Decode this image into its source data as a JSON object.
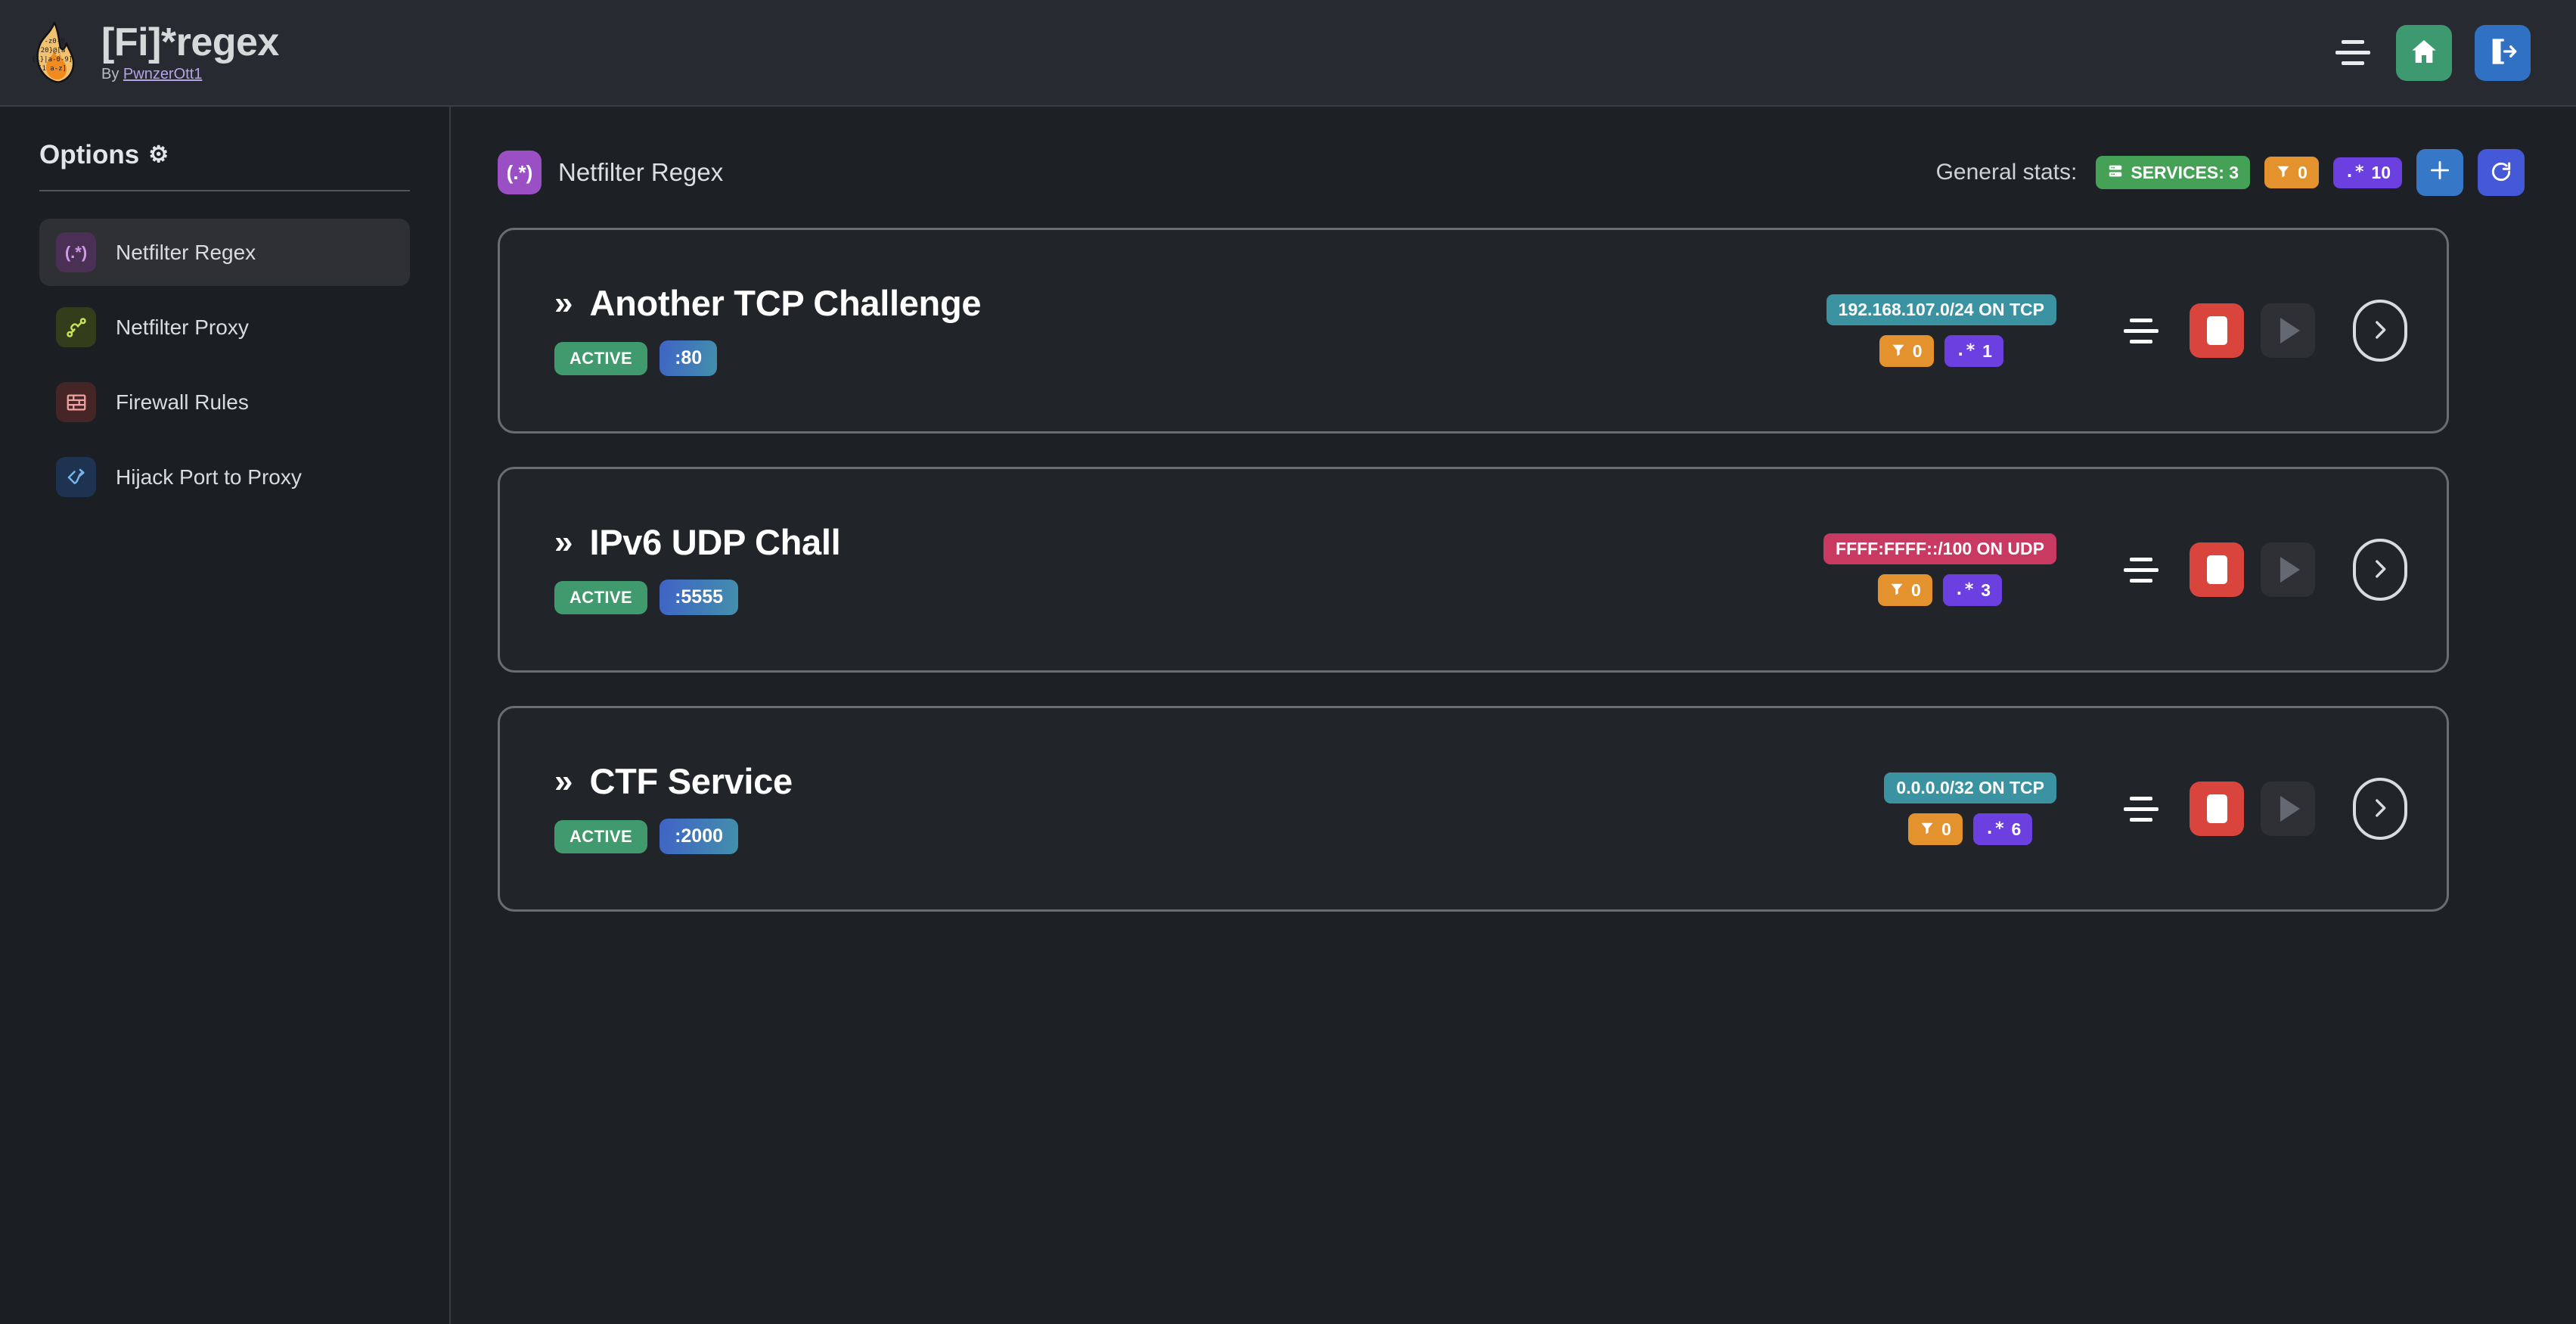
{
  "header": {
    "title": "[Fi]*regex",
    "by_prefix": "By ",
    "author": "PwnzerOtt1",
    "logo_icon": "flame-regex-logo",
    "menu_icon": "hamburger-menu-icon",
    "home_icon": "home-icon",
    "logout_icon": "logout-icon",
    "home_color": "#3d9970",
    "logout_color": "#3071c4"
  },
  "sidebar": {
    "heading": "Options",
    "gear_icon": "gear-icon",
    "items": [
      {
        "label": "Netfilter Regex",
        "icon": "regex-icon",
        "glyph": "(.*)",
        "icon_bg": "#4a3055",
        "icon_fg": "#cf9ae6",
        "active": true
      },
      {
        "label": "Netfilter Proxy",
        "icon": "plug-icon",
        "glyph": "",
        "icon_bg": "#333d1c",
        "icon_fg": "#c7e35a",
        "active": false
      },
      {
        "label": "Firewall Rules",
        "icon": "brick-wall-icon",
        "glyph": "",
        "icon_bg": "#452526",
        "icon_fg": "#f0a3a0",
        "active": false
      },
      {
        "label": "Hijack Port to Proxy",
        "icon": "fork-arrows-icon",
        "glyph": "",
        "icon_bg": "#1d3350",
        "icon_fg": "#74b4ef",
        "active": false
      }
    ]
  },
  "main": {
    "page_icon": "regex-icon",
    "page_icon_glyph": "(.*)",
    "page_title": "Netfilter Regex",
    "stats_label": "General stats:",
    "stats": [
      {
        "icon": "server-icon",
        "label": "SERVICES: 3",
        "color": "#45a155",
        "kind": "green"
      },
      {
        "icon": "filter-icon",
        "label": "0",
        "color": "#e3922d",
        "kind": "orange"
      },
      {
        "icon": "regex-icon",
        "label": "10",
        "color": "#6b3fe0",
        "kind": "purple"
      }
    ],
    "add_button_label": "+",
    "add_button_icon": "plus-icon",
    "refresh_button_icon": "refresh-icon"
  },
  "services": [
    {
      "name": "Another TCP Challenge",
      "chevron": "»",
      "status": "ACTIVE",
      "port": ":80",
      "network": "192.168.107.0/24 ON TCP",
      "network_color": "teal",
      "filters": "0",
      "regexes": "1",
      "drag_icon": "drag-handle-icon",
      "stop_icon": "stop-icon",
      "play_icon": "play-icon",
      "details_icon": "chevron-right-icon"
    },
    {
      "name": "IPv6 UDP Chall",
      "chevron": "»",
      "status": "ACTIVE",
      "port": ":5555",
      "network": "FFFF:FFFF::/100 ON UDP",
      "network_color": "pink",
      "filters": "0",
      "regexes": "3",
      "drag_icon": "drag-handle-icon",
      "stop_icon": "stop-icon",
      "play_icon": "play-icon",
      "details_icon": "chevron-right-icon"
    },
    {
      "name": "CTF Service",
      "chevron": "»",
      "status": "ACTIVE",
      "port": ":2000",
      "network": "0.0.0.0/32 ON TCP",
      "network_color": "teal",
      "filters": "0",
      "regexes": "6",
      "drag_icon": "drag-handle-icon",
      "stop_icon": "stop-icon",
      "play_icon": "play-icon",
      "details_icon": "chevron-right-icon"
    }
  ],
  "colors": {
    "page_bg": "#1d2024",
    "topbar_bg": "#272b31",
    "sidebar_bg": "#1b1e22",
    "card_bg": "#212429",
    "card_border": "#6a6d71",
    "accent_purple": "#9b4fc4",
    "stop_red": "#d9453c",
    "active_green": "#41996e"
  }
}
